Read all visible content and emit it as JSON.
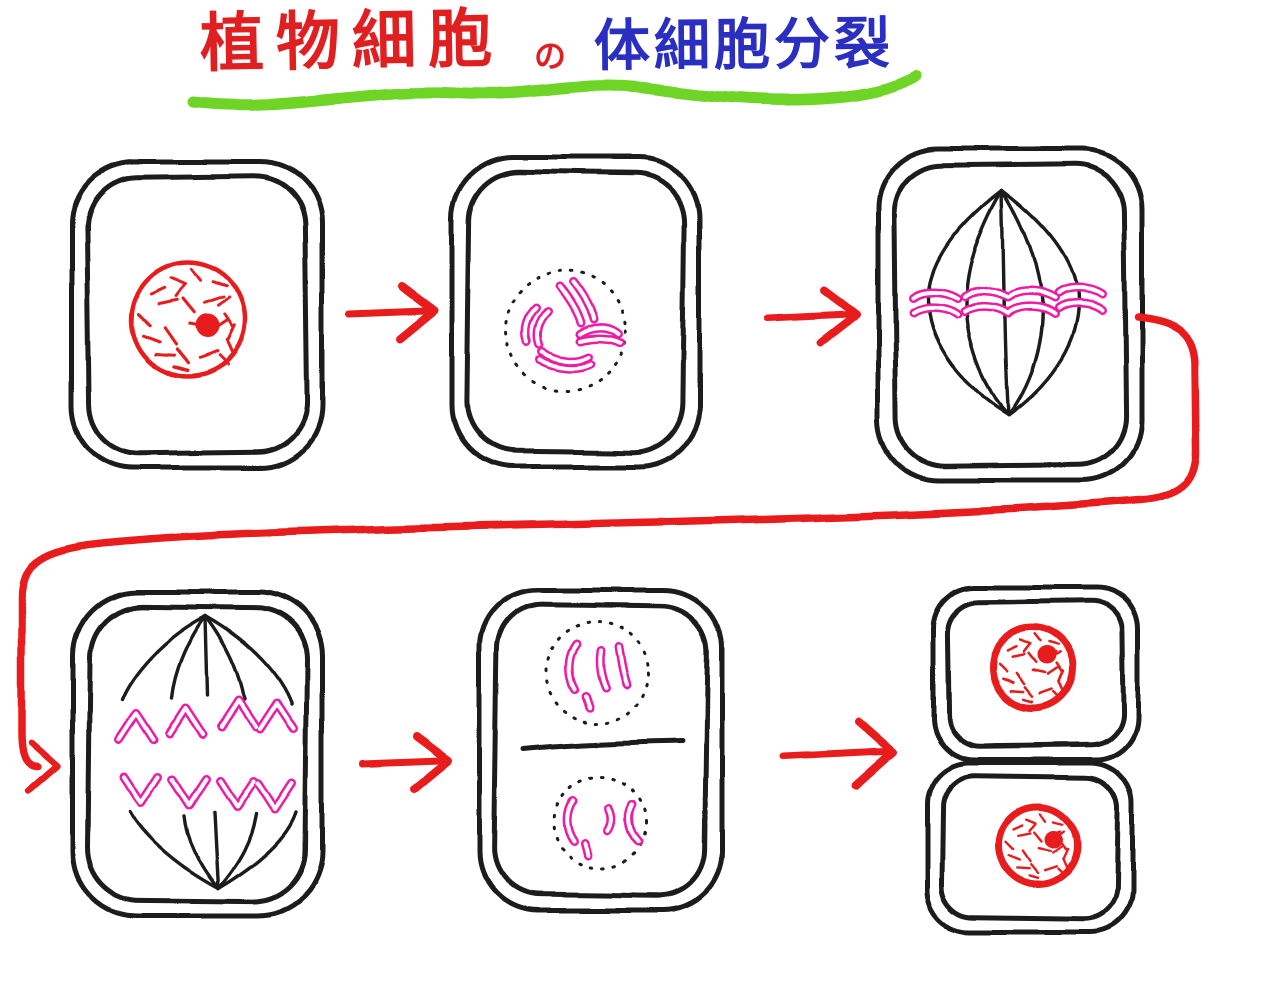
{
  "title": {
    "subject": "植物細胞",
    "particle": "の",
    "topic": "体細胞分裂"
  },
  "colors": {
    "ink": "#1b1b1b",
    "red": "#e81c1c",
    "pink": "#ee1fa4",
    "green": "#6ed426",
    "blue": "#2a2fc2",
    "background": "#ffffff"
  }
}
